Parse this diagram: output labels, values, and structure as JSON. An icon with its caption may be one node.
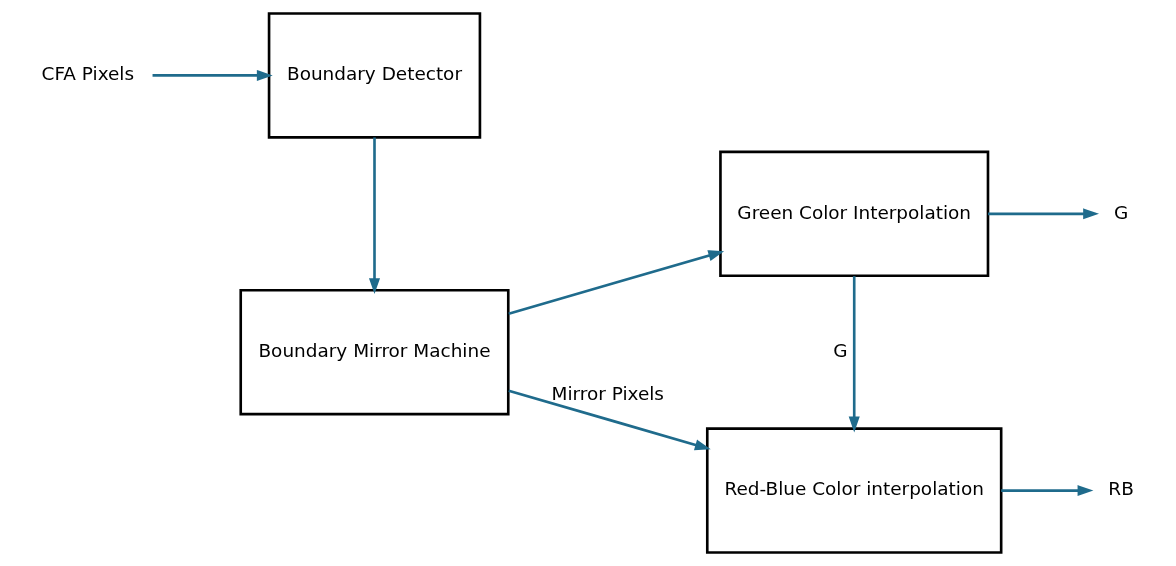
{
  "diagram": {
    "nodes": [
      {
        "text": [
          "CFA Pixels"
        ]
      },
      {
        "text": [
          "Boundary Detector"
        ]
      },
      {
        "text": [
          "Boundary Mirror Machine"
        ]
      },
      {
        "text": [
          "Red-Blue Color interpolation"
        ]
      },
      {
        "text": [
          "Green Color Interpolation"
        ]
      },
      {
        "text": [
          "RB"
        ]
      },
      {
        "text": [
          "G"
        ]
      }
    ],
    "edges": [
      {
        "from": 0,
        "to": 1,
        "arrow": "to"
      },
      {
        "from": 1,
        "to": 2,
        "arrow": "to"
      },
      {
        "from": 2,
        "to": 3,
        "arrow": "to",
        "label": "Mirror Pixels"
      },
      {
        "from": 2,
        "to": 4,
        "arrow": "to"
      },
      {
        "from": 3,
        "to": 5,
        "arrow": "to"
      },
      {
        "from": 4,
        "to": 6,
        "arrow": "to"
      },
      {
        "from": 4,
        "to": 3,
        "arrow": "to",
        "label": "G"
      }
    ]
  }
}
